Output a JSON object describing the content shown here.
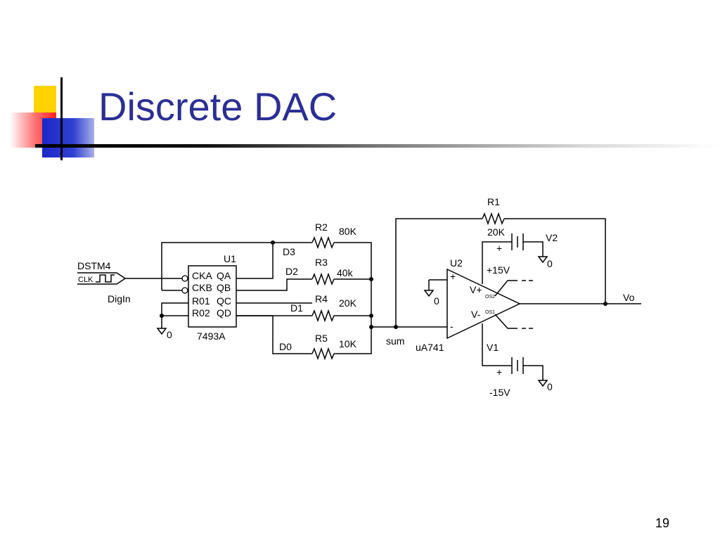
{
  "slide": {
    "title": "Discrete DAC",
    "page_number": "19"
  },
  "circuit": {
    "source": {
      "name": "DSTM4",
      "clk": "CLK",
      "net": "DigIn"
    },
    "counter": {
      "ref": "U1",
      "part": "7493A",
      "pins_left": [
        "CKA",
        "CKB",
        "R01",
        "R02"
      ],
      "pins_right": [
        "QA",
        "QB",
        "QC",
        "QD"
      ]
    },
    "nets": {
      "d3": "D3",
      "d2": "D2",
      "d1": "D1",
      "d0": "D0",
      "sum": "sum",
      "output": "Vo"
    },
    "resistors": {
      "r1": {
        "ref": "R1",
        "value": "20K"
      },
      "r2": {
        "ref": "R2",
        "value": "80K"
      },
      "r3": {
        "ref": "R3",
        "value": "40k"
      },
      "r4": {
        "ref": "R4",
        "value": "20K"
      },
      "r5": {
        "ref": "R5",
        "value": "10K"
      }
    },
    "opamp": {
      "ref": "U2",
      "part": "uA741",
      "plus": "+",
      "minus": "-",
      "vplus": "V+",
      "vminus": "V-",
      "os2": "OS2",
      "os1": "OS1"
    },
    "supplies": {
      "v2": {
        "ref": "V2",
        "value": "+15V"
      },
      "v1": {
        "ref": "V1",
        "value": "-15V"
      },
      "plus_mark": "+"
    },
    "grounds": [
      "0",
      "0",
      "0",
      "0"
    ]
  }
}
